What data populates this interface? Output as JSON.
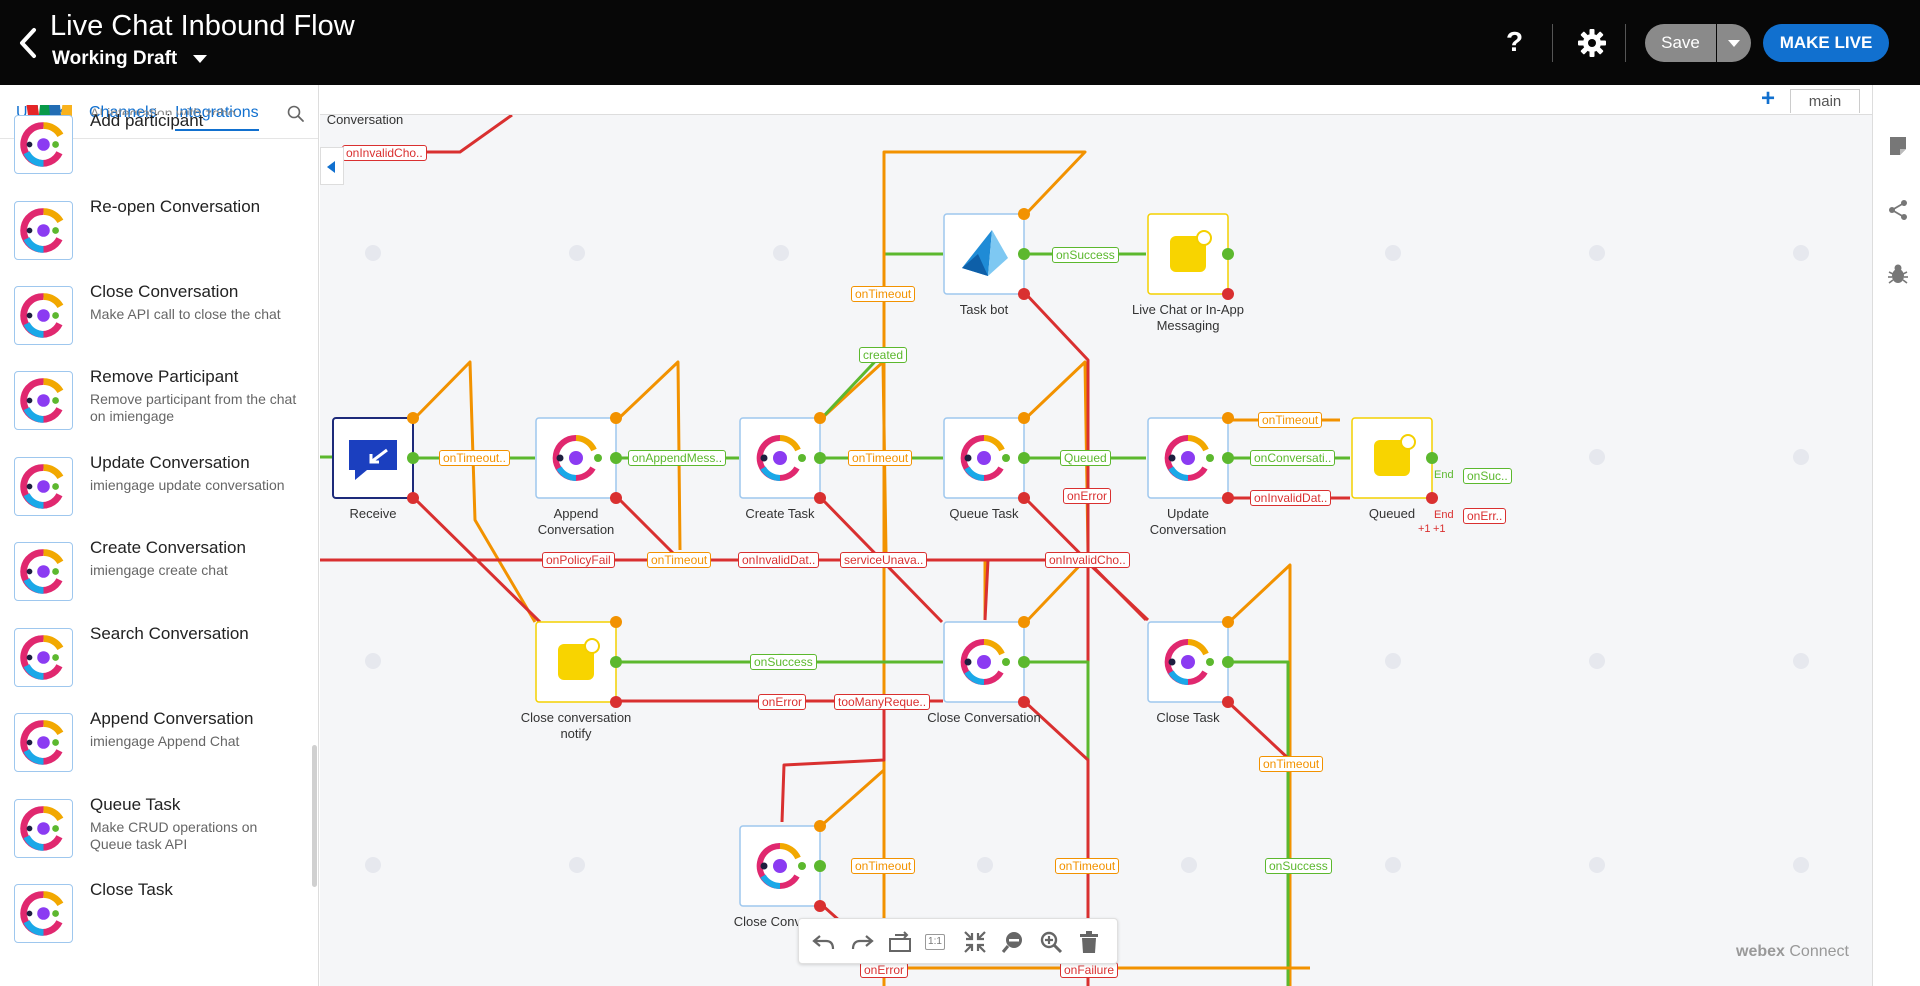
{
  "header": {
    "title": "Live Chat Inbound Flow",
    "draft": "Working Draft",
    "help": "?",
    "save": "Save",
    "make_live": "MAKE LIVE"
  },
  "sidebar": {
    "tabs": [
      "Utilities",
      "Channels",
      "Integrations"
    ],
    "active_tab": "Integrations",
    "partial_desc": "AI integration with zoho",
    "items": [
      {
        "title": "Add participant",
        "desc": ""
      },
      {
        "title": "Re-open Conversation",
        "desc": ""
      },
      {
        "title": "Close Conversation",
        "desc": "Make API call to close the chat"
      },
      {
        "title": "Remove Participant",
        "desc": "Remove participant from the chat on imiengage"
      },
      {
        "title": "Update Conversation",
        "desc": "imiengage update conversation"
      },
      {
        "title": "Create Conversation",
        "desc": "imiengage create chat"
      },
      {
        "title": "Search Conversation",
        "desc": ""
      },
      {
        "title": "Append Conversation",
        "desc": "imiengage Append Chat"
      },
      {
        "title": "Queue Task",
        "desc": "Make CRUD operations on Queue task API"
      },
      {
        "title": "Close Task",
        "desc": ""
      }
    ]
  },
  "canvas": {
    "tab": "main",
    "plus": "+",
    "nodes": [
      {
        "label": "Receive"
      },
      {
        "label": "Append Conversation"
      },
      {
        "label": "Create Task"
      },
      {
        "label": "Queue Task"
      },
      {
        "label": "Update Conversation"
      },
      {
        "label": "Queued"
      },
      {
        "label": "Task bot"
      },
      {
        "label": "Live Chat or In-App Messaging"
      },
      {
        "label": "Close conversation notify"
      },
      {
        "label": "Close Conversation"
      },
      {
        "label": "Close Task"
      },
      {
        "label": "Close Conversa"
      },
      {
        "label": "Conversation"
      }
    ],
    "edge_labels": [
      "onInvalidCho..",
      "onSuccess",
      "onTimeout",
      "created",
      "onTimeout..",
      "onAppendMess..",
      "onTimeout",
      "Queued",
      "onError",
      "onTimeout",
      "onConversati..",
      "onInvalidDat..",
      "End",
      "onSuc..",
      "End",
      "onErr..",
      "+1",
      "onPolicyFail",
      "onTimeout",
      "onInvalidDat..",
      "serviceUnava..",
      "onInvalidCho..",
      "onSuccess",
      "onError",
      "tooManyReque..",
      "onTimeout",
      "onTimeout",
      "onTimeout",
      "onSuccess",
      "onError",
      "onFailure",
      "+1"
    ]
  },
  "toolbar": {
    "zoom_1to1": "1:1"
  },
  "brand": {
    "name": "webex",
    "product": "Connect"
  },
  "colors": {
    "success": "#5cb82e",
    "timeout": "#f29200",
    "error": "#d93030",
    "accent": "#1170cf"
  }
}
